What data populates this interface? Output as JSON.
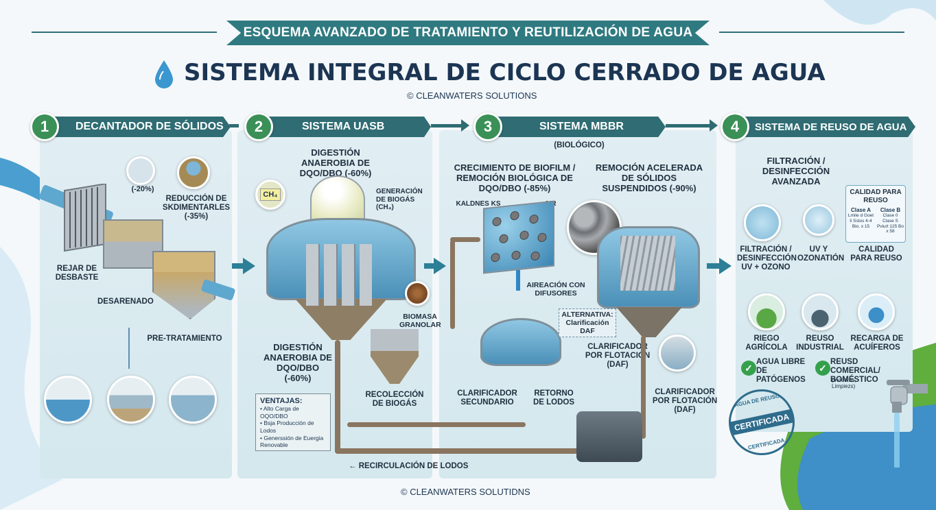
{
  "header": {
    "banner": "ESQUEMA AVANZADO DE TRATAMIENTO Y REUTILIZACIÓN DE AGUA",
    "title": "SISTEMA INTEGRAL DE CICLO CERRADO DE AGUA",
    "subtitle": "© CLEANWATERS SOLUTIONS",
    "footer": "© CLEANWATERS SOLUTIDNS"
  },
  "colors": {
    "header_band": "#2f7a80",
    "step_circle": "#3a9056",
    "flow_arrow": "#2c7f97",
    "water": "#4b90b8"
  },
  "steps": [
    {
      "num": "1",
      "title": "DECANTADOR DE SÓLIDOS"
    },
    {
      "num": "2",
      "title": "SISTEMA UASB"
    },
    {
      "num": "3",
      "title": "SISTEMA MBBR"
    },
    {
      "num": "4",
      "title": "SISTEMA DE REUSO DE AGUA"
    }
  ],
  "s1": {
    "pct20": "(-20%)",
    "reduccion": "REDUCCIÓN DE SKDIMENTARLES (-35%)",
    "rejar": "REJAR DE DESBASTE",
    "desarenado": "DESARENADO",
    "pretratamiento": "PRE-TRATAMIENTO"
  },
  "s2": {
    "digestion_top": "DIGESTIÓN ANAEROBIA DE DQO/DBO (-60%)",
    "biogas": "GENERACIÓN DE BIOGÁS (CH₄)",
    "ch4": "CH₄",
    "biomasa": "BIOMASA GRANOLAR",
    "digestion_bottom": "DIGESTIÓN ANAEROBIA DE DQO/DBO (-60%)",
    "recoleccion": "RECOLECCIÓN DE BIOGÁS",
    "ventajas_title": "VENTAJAS:",
    "ventajas": [
      "• Alto Carga de OQO/DBO",
      "• Bsja Producción de Lodos",
      "• Generssión de Euergia Renovable"
    ]
  },
  "s3": {
    "biologico": "(BIOLÓGICO)",
    "crecimiento": "CRECIMIENTO DE BIOFILM / REMOCIÓN BIOLÓGICA DE DQO/DBO (-85%)",
    "remocion": "REMOCIÓN ACELERADA DE SÓLIDOS SUSPENDIDOS (-90%)",
    "kaldnes": "KALDNES KS",
    "air": "AIR",
    "aireacion": "AIREACIÓN CON DIFUSORES",
    "alternativa": "ALTERNATIVA: Clarificación DAF",
    "clarificador_sec": "CLARIFICADOR SECUNDARIO",
    "retorno": "RETORNO DE LODOS",
    "daf1": "CLARIFICADOR POR FLOTACIÓN (DAF)",
    "daf2": "CLARIFICADOR POR FLOTACIÓN (DAF)",
    "recirculacion": "← RECIRCULACIÓN DE LODOS"
  },
  "s4": {
    "filtracion_title": "FILTRACIÓN / DESINFECCIÓN AVANZADA",
    "calidad_head": "CALIDAD PARA REUSO",
    "clase_a": "Clase A",
    "clase_b": "Clase B",
    "clase_a_items": "Lmite d Goet li Sstos 4-4 Bio. x 15",
    "clase_b_items": "Clase 0 Clase S Pviurt 125 Bo x 58",
    "filt_label": "FILTRACIÓN / DESINFECCIÓN UV + OZONO",
    "uv_label": "UV Y OZONATIÓN",
    "calidad_label": "CALIDAD PARA REUSO",
    "riego": "RIEGO AGRÍCOLA",
    "industrial": "REUSO INDUSTRIAL",
    "recarga": "RECARGA DE ACUÍFEROS",
    "check1": "AGUA LIBRE DE PATÓGENOS",
    "check2": "REUSD COMERCIAL/ BOMÉSTICO",
    "check2_sub": "(Inodoms, Limpiezs)",
    "stamp_band": "CERTIFICADA",
    "stamp_top": "AGUA DE REUSO",
    "stamp_bottom": "CERTIFICADA"
  }
}
